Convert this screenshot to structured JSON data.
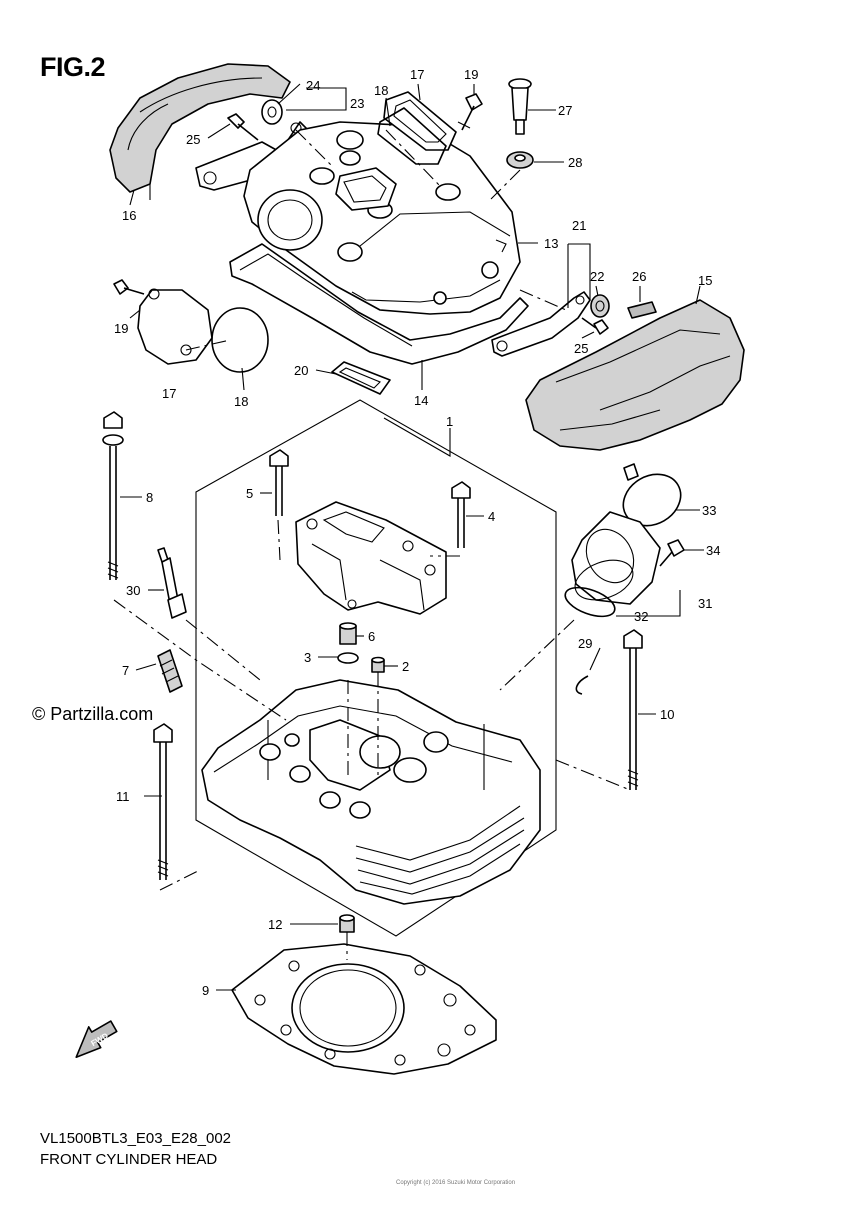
{
  "figure": {
    "title": "FIG.2",
    "model_code": "VL1500BTL3_E03_E28_002",
    "assembly_name": "FRONT CYLINDER HEAD",
    "watermark": "© Partzilla.com",
    "copyright_note": "Copyright (c) 2016 Suzuki Motor Corporation",
    "fwd_label": "FWD"
  },
  "callouts": [
    {
      "id": "c1",
      "label": "1"
    },
    {
      "id": "c2",
      "label": "2"
    },
    {
      "id": "c3",
      "label": "3"
    },
    {
      "id": "c4",
      "label": "4"
    },
    {
      "id": "c5",
      "label": "5"
    },
    {
      "id": "c6",
      "label": "6"
    },
    {
      "id": "c7",
      "label": "7"
    },
    {
      "id": "c8",
      "label": "8"
    },
    {
      "id": "c9",
      "label": "9"
    },
    {
      "id": "c10",
      "label": "10"
    },
    {
      "id": "c11",
      "label": "11"
    },
    {
      "id": "c12",
      "label": "12"
    },
    {
      "id": "c13",
      "label": "13"
    },
    {
      "id": "c14",
      "label": "14"
    },
    {
      "id": "c15",
      "label": "15"
    },
    {
      "id": "c16",
      "label": "16"
    },
    {
      "id": "c17a",
      "label": "17"
    },
    {
      "id": "c17b",
      "label": "17"
    },
    {
      "id": "c18a",
      "label": "18"
    },
    {
      "id": "c18b",
      "label": "18"
    },
    {
      "id": "c19a",
      "label": "19"
    },
    {
      "id": "c19b",
      "label": "19"
    },
    {
      "id": "c20",
      "label": "20"
    },
    {
      "id": "c21",
      "label": "21"
    },
    {
      "id": "c22",
      "label": "22"
    },
    {
      "id": "c23",
      "label": "23"
    },
    {
      "id": "c24",
      "label": "24"
    },
    {
      "id": "c25a",
      "label": "25"
    },
    {
      "id": "c25b",
      "label": "25"
    },
    {
      "id": "c26",
      "label": "26"
    },
    {
      "id": "c27",
      "label": "27"
    },
    {
      "id": "c28",
      "label": "28"
    },
    {
      "id": "c29",
      "label": "29"
    },
    {
      "id": "c30",
      "label": "30"
    },
    {
      "id": "c31",
      "label": "31"
    },
    {
      "id": "c32",
      "label": "32"
    },
    {
      "id": "c33",
      "label": "33"
    },
    {
      "id": "c34",
      "label": "34"
    }
  ]
}
